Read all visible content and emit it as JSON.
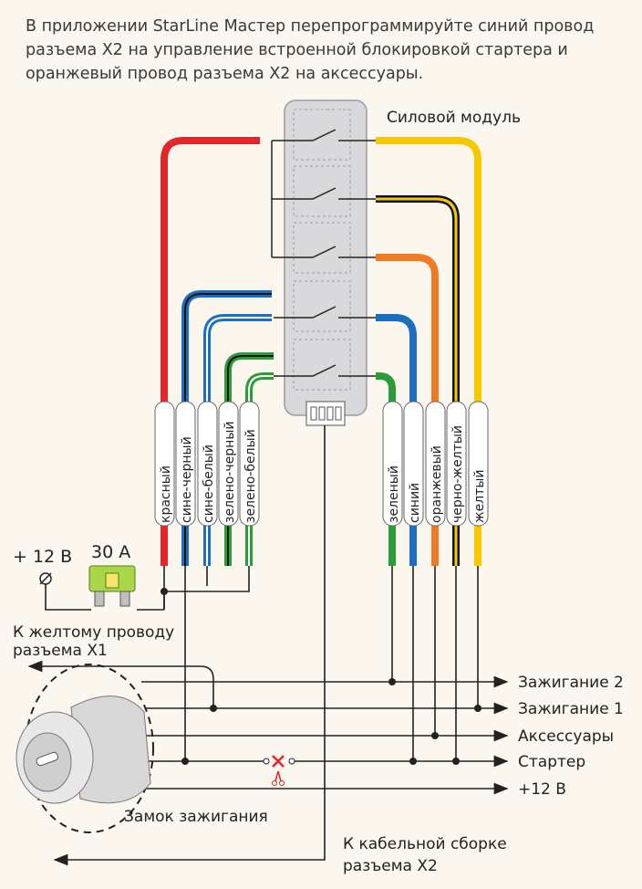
{
  "instruction": "В приложении StarLine Мастер перепрограммируйте синий провод разъема X2 на управление встроенной блокировкой стартера и оранжевый провод разъема X2 на аксессуары.",
  "power_module_label": "Силовой модуль",
  "left_wires": [
    {
      "label": "красный",
      "color": "#e3262a",
      "stripe": ""
    },
    {
      "label": "сине-черный",
      "color": "#1b6ec2",
      "stripe": "#111111"
    },
    {
      "label": "сине-белый",
      "color": "#1b6ec2",
      "stripe": "#ffffff"
    },
    {
      "label": "зелено-черный",
      "color": "#2a9d3a",
      "stripe": "#111111"
    },
    {
      "label": "зелено-белый",
      "color": "#2a9d3a",
      "stripe": "#ffffff"
    }
  ],
  "right_wires": [
    {
      "label": "зеленый",
      "color": "#2a9d3a",
      "stripe": ""
    },
    {
      "label": "синий",
      "color": "#1b6ec2",
      "stripe": ""
    },
    {
      "label": "оранжевый",
      "color": "#f07a26",
      "stripe": ""
    },
    {
      "label": "черно-желтый",
      "color": "#111111",
      "stripe": "#f6c800"
    },
    {
      "label": "желтый",
      "color": "#f6c800",
      "stripe": ""
    }
  ],
  "plus12": "+ 12 В",
  "fuse": "30 А",
  "to_yellow_x1": [
    "К желтому проводу",
    "разъема X1"
  ],
  "outputs": [
    "Зажигание 2",
    "Зажигание 1",
    "Аксессуары",
    "Стартер",
    "+12 В"
  ],
  "ignition_lock": "Замок зажигания",
  "to_x2": [
    "К кабельной сборке",
    "разъема X2"
  ]
}
